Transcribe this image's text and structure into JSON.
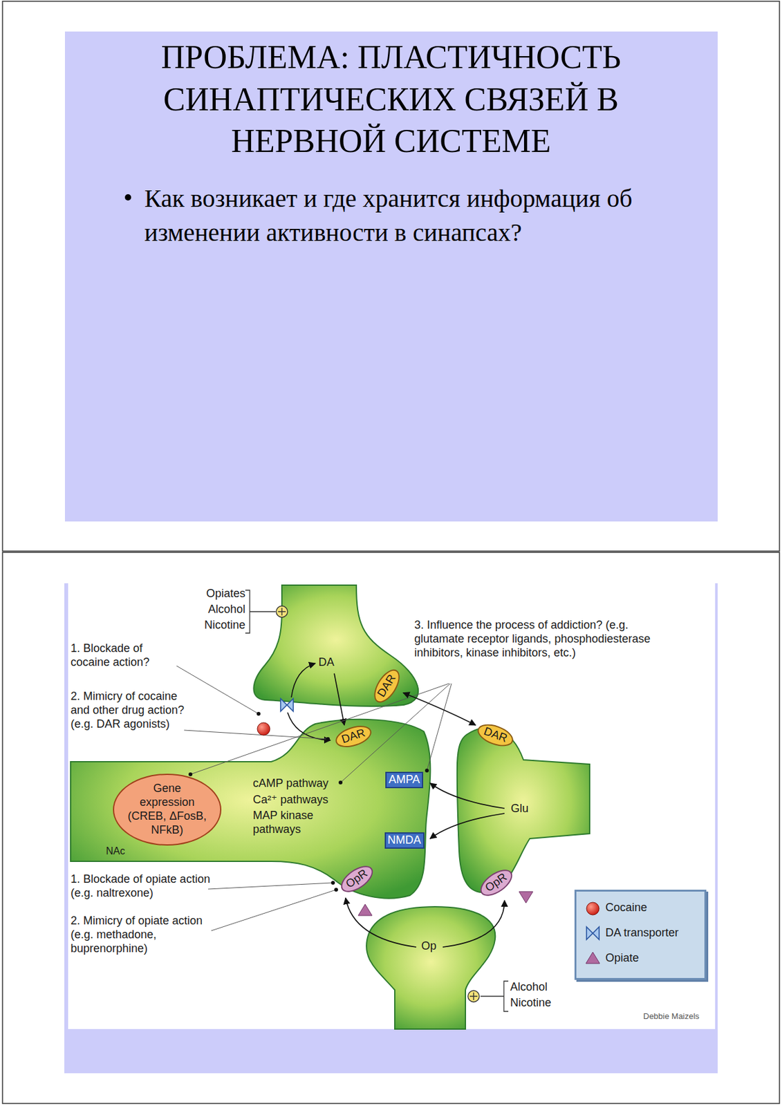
{
  "diagram": {
    "title": "ПРОБЛЕМА: ПЛАСТИЧНОСТЬ СИНАПТИЧЕСКИХ СВЯЗЕЙ В НЕРВНОЙ СИСТЕМЕ",
    "nodes": [
      {
        "text": [
          "Gene expression (CREB, ΔFosB, NFkB)"
        ]
      },
      {
        "text": [
          "DAR"
        ]
      },
      {
        "text": [
          "DAR"
        ]
      },
      {
        "text": [
          "DAR"
        ]
      },
      {
        "text": [
          "AMPA"
        ]
      },
      {
        "text": [
          "NMDA"
        ]
      },
      {
        "text": [
          "OpR"
        ]
      },
      {
        "text": [
          "OpR"
        ]
      }
    ],
    "edges": [
      {
        "from": 1,
        "to": 3,
        "arrow": "both"
      }
    ],
    "labels": [
      "Как возникает и где хранится информация об изменении активности в синапсах?",
      "Opiates",
      "Alcohol",
      "Nicotine",
      "1. Blockade of cocaine action?",
      "2. Mimicry of cocaine and other drug action? (e.g. DAR agonists)",
      "DA",
      "3. Influence the process of addiction? (e.g. glutamate receptor ligands, phosphodiesterase inhibitors, kinase inhibitors, etc.)",
      "cAMP pathway",
      "Ca²⁺ pathways",
      "MAP kinase pathways",
      "NAc",
      "Glu",
      "1. Blockade of opiate action (e.g. naltrexone)",
      "2. Mimicry of opiate action (e.g. methadone, buprenorphine)",
      "Op",
      "Alcohol",
      "Nicotine",
      "Debbie Maizels"
    ],
    "legend": [
      {
        "text": "Cocaine"
      },
      {
        "text": "DA transporter"
      },
      {
        "text": "Opiate"
      }
    ]
  }
}
